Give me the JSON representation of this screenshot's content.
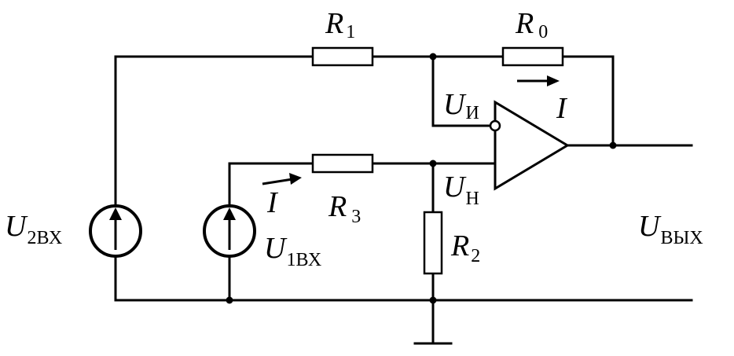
{
  "labels": {
    "r1": "R",
    "r1_sub": "1",
    "r0": "R",
    "r0_sub": "0",
    "r3": "R",
    "r3_sub": "3",
    "r2": "R",
    "r2_sub": "2",
    "u_inv": "U",
    "u_inv_sub": "И",
    "u_noninv": "U",
    "u_noninv_sub": "Н",
    "u_out": "U",
    "u_out_sub": "ВЫХ",
    "u_in2": "U",
    "u_in2_sub": "2ВХ",
    "u_in1": "U",
    "u_in1_sub": "1ВХ",
    "i_top": "I",
    "i_bottom": "I"
  },
  "colors": {
    "ink": "#000000",
    "background": "#ffffff"
  }
}
